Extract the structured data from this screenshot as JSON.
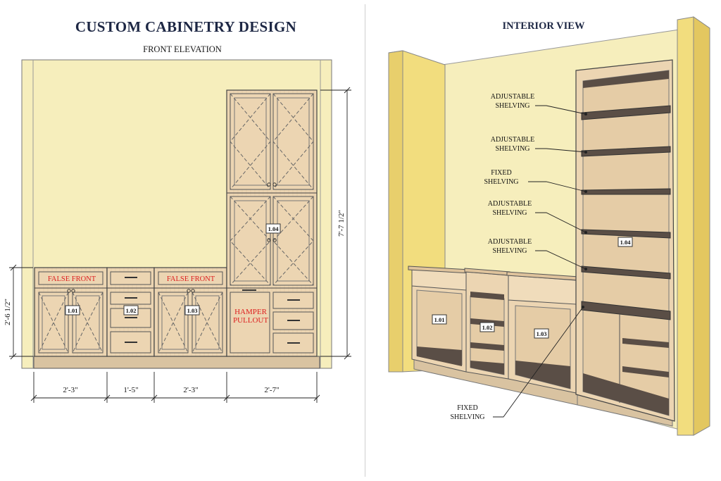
{
  "title": "CUSTOM CABINETRY DESIGN",
  "front_elevation_label": "FRONT ELEVATION",
  "interior_view_label": "INTERIOR VIEW",
  "front": {
    "units": [
      "1.01",
      "1.02",
      "1.03",
      "1.04"
    ],
    "false_front_label": "FALSE FRONT",
    "hamper_line1": "HAMPER",
    "hamper_line2": "PULLOUT"
  },
  "dimensions": {
    "widths": [
      "2'-3\"",
      "1'-5\"",
      "2'-3\"",
      "2'-7\""
    ],
    "base_height": "2'-6 1/2\"",
    "tall_height": "7'-7 1/2\""
  },
  "interior": {
    "units": [
      "1.01",
      "1.02",
      "1.03",
      "1.04"
    ],
    "callouts": [
      {
        "line1": "ADJUSTABLE",
        "line2": "SHELVING"
      },
      {
        "line1": "ADJUSTABLE",
        "line2": "SHELVING"
      },
      {
        "line1": "FIXED",
        "line2": "SHELVING"
      },
      {
        "line1": "ADJUSTABLE",
        "line2": "SHELVING"
      },
      {
        "line1": "ADJUSTABLE",
        "line2": "SHELVING"
      }
    ],
    "bottom_callout": {
      "line1": "FIXED",
      "line2": "SHELVING"
    }
  },
  "colors": {
    "wall": "#f6eebc",
    "wood": "#ecd5b2",
    "wood_edge": "#c8a67c",
    "dark_interior": "#5a4e46",
    "outline": "#3a3a3a",
    "red_label": "#dd1f1f",
    "title_navy": "#1d2744"
  }
}
